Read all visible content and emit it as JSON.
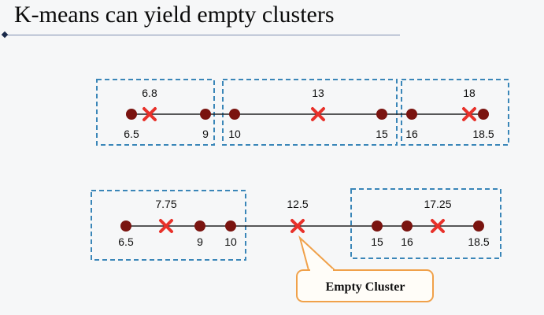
{
  "title": "K-means can yield empty clusters",
  "colors": {
    "point": "#7a1410",
    "centroid": "#e8312a",
    "box": "#3a86b8",
    "callout": "#f0a14a"
  },
  "rows": [
    {
      "points": [
        6.5,
        9,
        10,
        15,
        16,
        18.5
      ],
      "centroids": [
        6.8,
        13,
        18
      ],
      "clusters": [
        [
          6.5,
          9
        ],
        [
          10,
          15
        ],
        [
          16,
          18.5
        ]
      ]
    },
    {
      "points": [
        6.5,
        9,
        10,
        15,
        16,
        18.5
      ],
      "centroids": [
        7.75,
        12.5,
        17.25
      ],
      "clusters": [
        [
          6.5,
          9,
          10
        ],
        [
          15,
          16,
          18.5
        ]
      ]
    }
  ],
  "point_labels": [
    "6.5",
    "9",
    "10",
    "15",
    "16",
    "18.5"
  ],
  "centroid_labels": [
    [
      "6.8",
      "13",
      "18"
    ],
    [
      "7.75",
      "12.5",
      "17.25"
    ]
  ],
  "callout": {
    "text": "Empty Cluster"
  }
}
